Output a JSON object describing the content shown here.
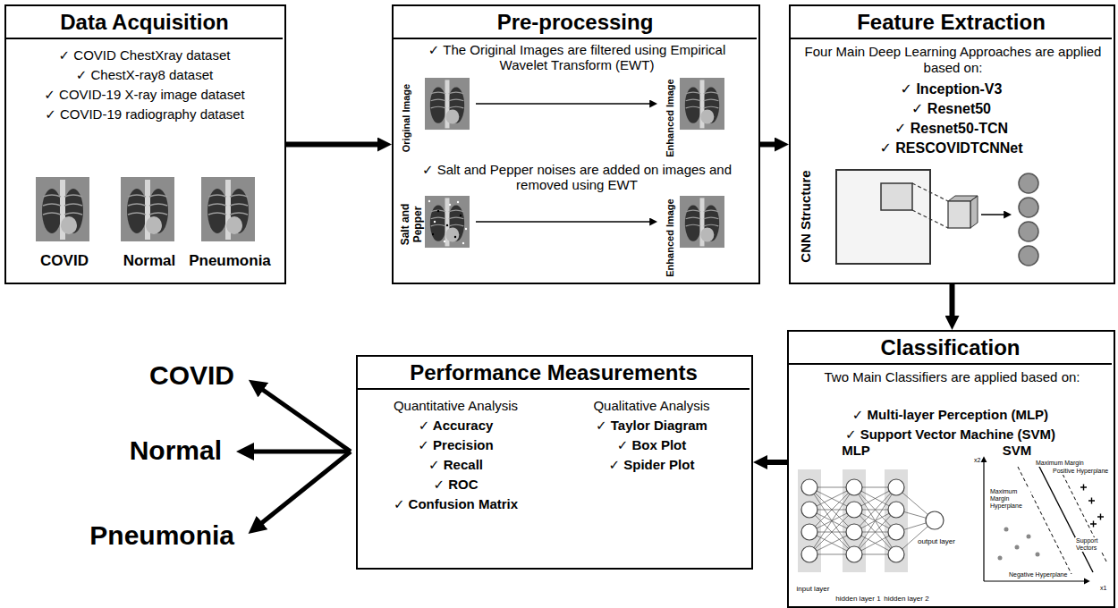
{
  "diagram": {
    "nodes": [
      {
        "text": [
          "Data Acquisition",
          "✓ COVID ChestXray dataset",
          "✓ ChestX-ray8 dataset",
          "✓ COVID-19 X-ray image dataset",
          "✓ COVID-19 radiography dataset",
          "COVID",
          "Normal",
          "Pneumonia"
        ]
      },
      {
        "text": [
          "Pre-processing",
          "✓ The Original Images are filtered using Empirical Wavelet Transform (EWT)",
          "Original Image",
          "Enhanced Image",
          "✓ Salt and Pepper noises are added on images and removed using EWT",
          "Salt and Pepper",
          "Enhanced Image"
        ]
      },
      {
        "text": [
          "Feature Extraction",
          "Four Main Deep Learning Approaches are applied based on:",
          "✓ Inception-V3",
          "✓ Resnet50",
          "✓ Resnet50-TCN",
          "✓ RESCOVIDTCNNet",
          "CNN Structure"
        ]
      },
      {
        "text": [
          "Classification",
          "Two Main Classifiers are applied based on:",
          "✓ Multi-layer Perception (MLP)",
          "✓ Support Vector Machine (SVM)",
          "MLP",
          "SVM",
          "input layer",
          "hidden layer 1",
          "hidden layer 2",
          "output layer",
          "Maximum Margin",
          "Positive Hyperplane",
          "Maximum Margin Hyperplane",
          "Support Vectors",
          "Negative Hyperplane",
          "x2",
          "x1"
        ]
      },
      {
        "text": [
          "Performance Measurements",
          "Quantitative Analysis",
          "✓ Accuracy",
          "✓ Precision",
          "✓ Recall",
          "✓ ROC",
          "✓ Confusion Matrix",
          "Qualitative Analysis",
          "✓ Taylor Diagram",
          "✓ Box Plot",
          "✓ Spider Plot"
        ]
      }
    ],
    "edges": [
      {
        "from": 0,
        "to": 1,
        "arrow": "to"
      },
      {
        "from": 1,
        "to": 2,
        "arrow": "to"
      },
      {
        "from": 2,
        "to": 3,
        "arrow": "to"
      },
      {
        "from": 3,
        "to": 4,
        "arrow": "to"
      }
    ],
    "labels": [
      "COVID",
      "Normal",
      "Pneumonia"
    ]
  }
}
